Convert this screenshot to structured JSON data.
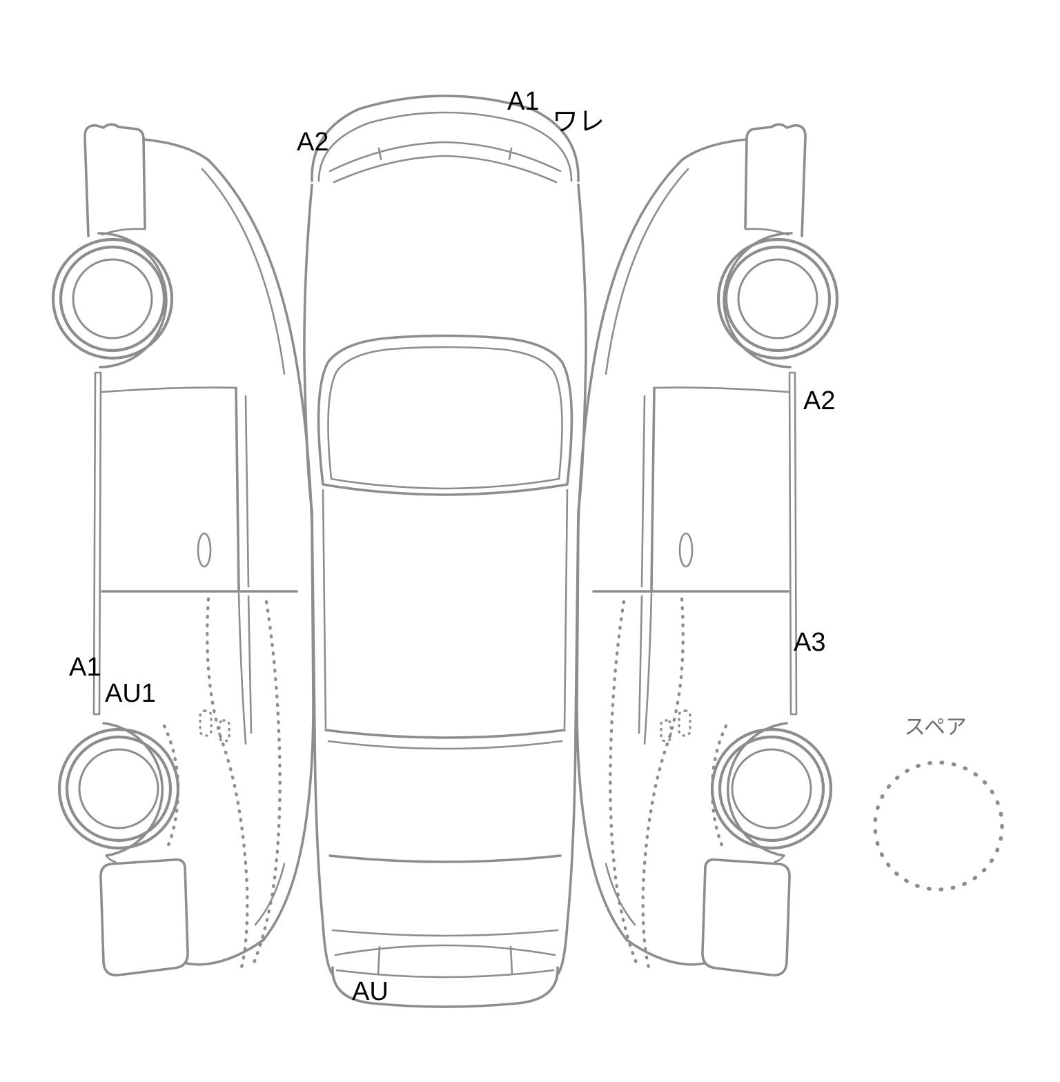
{
  "diagram": {
    "kind": "vehicle-damage-inspection-map",
    "background_color": "#ffffff",
    "line_color": "#8d8d8d",
    "annotation_color": "#000000",
    "form_label_color": "#6f6f6f",
    "annotations": [
      {
        "id": "front-bumper-right",
        "text": "A1"
      },
      {
        "id": "front-bumper-right-note",
        "text": "ワレ"
      },
      {
        "id": "front-bumper-left",
        "text": "A2"
      },
      {
        "id": "right-side-sill-upper",
        "text": "A2"
      },
      {
        "id": "right-side-sill-lower",
        "text": "A3"
      },
      {
        "id": "left-side-sill",
        "text": "A1"
      },
      {
        "id": "left-side-rocker",
        "text": "AU1"
      },
      {
        "id": "rear-bumper",
        "text": "AU"
      }
    ],
    "spare_label": "スペア"
  }
}
